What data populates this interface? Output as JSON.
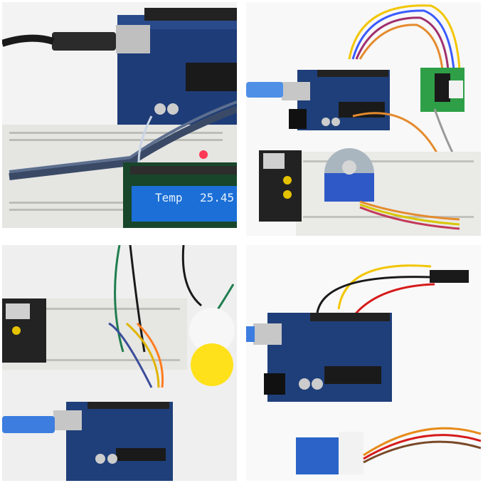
{
  "panels": [
    {
      "id": "panel-lcd-temperature"
    },
    {
      "id": "panel-stepper-motor"
    },
    {
      "id": "panel-pir-sensor"
    },
    {
      "id": "panel-servo-motor"
    }
  ],
  "lcd": {
    "left_text": "Temp",
    "right_text": "25.45"
  },
  "colors": {
    "board_blue": "#1f3f7a",
    "breadboard": "#e9e9e6",
    "lcd_bg": "#1b6fd6",
    "servo_blue": "#2b63c9",
    "pir_yellow": "#ffe11b"
  }
}
